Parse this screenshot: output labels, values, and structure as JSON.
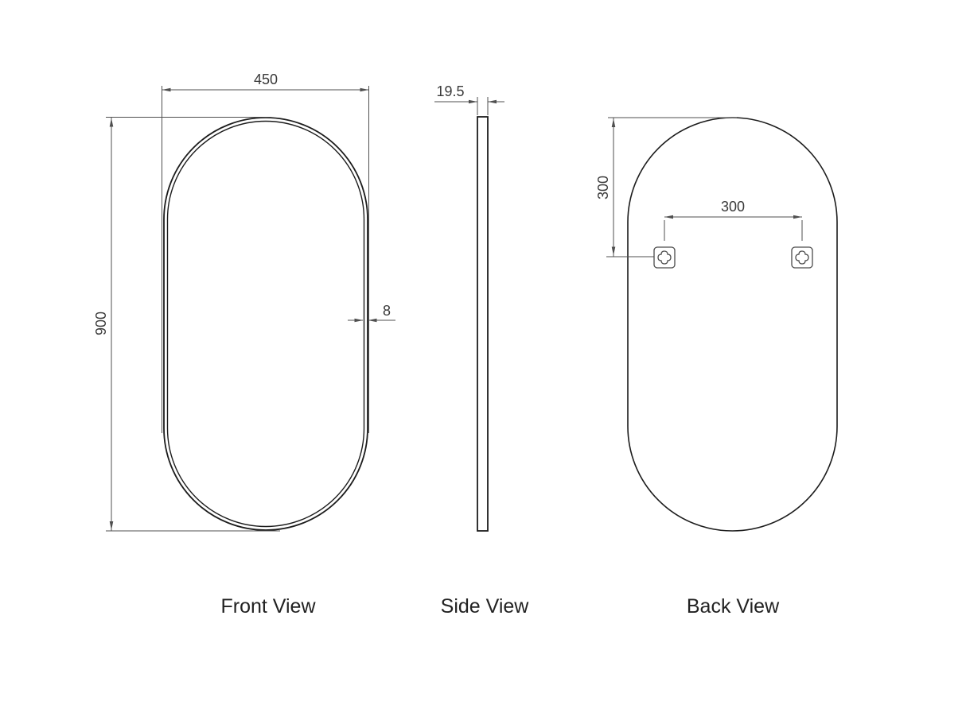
{
  "drawing": {
    "type": "technical-drawing",
    "subject": "pill-shaped mirror",
    "background": "#ffffff",
    "colors": {
      "object_line": "#1c1c1c",
      "dimension_line": "#4f4f4f",
      "text": "#3a3a3a"
    }
  },
  "views": {
    "front": {
      "label": "Front View"
    },
    "side": {
      "label": "Side View"
    },
    "back": {
      "label": "Back View"
    }
  },
  "dimensions": {
    "overall_width": "450",
    "overall_height": "900",
    "frame_thickness": "8",
    "depth": "19.5",
    "hanger_top_offset": "300",
    "hanger_spacing": "300"
  },
  "icons": {
    "hanger_bracket": "clover-keyhole-mount"
  }
}
